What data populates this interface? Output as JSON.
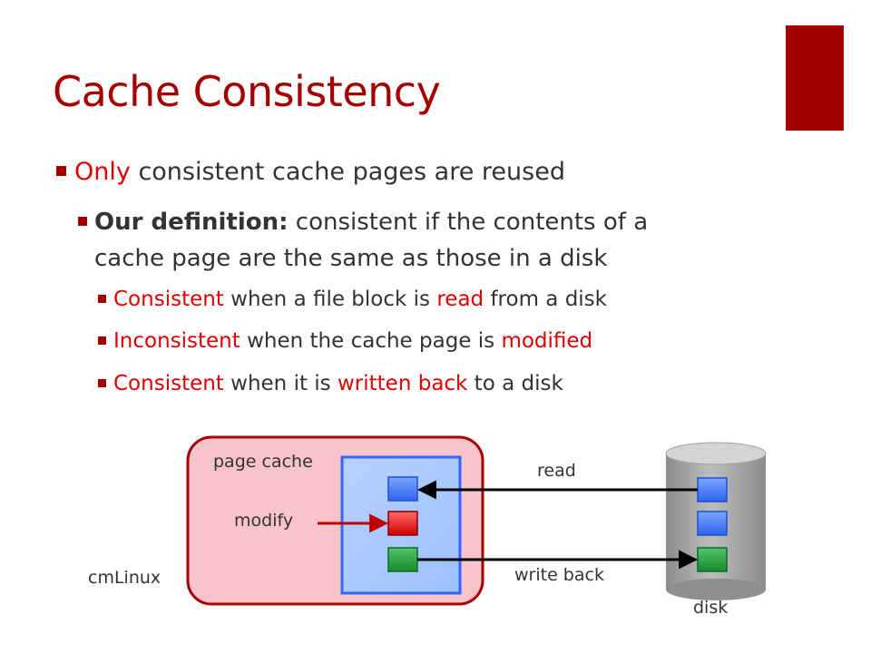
{
  "slide": {
    "title": "Cache Consistency",
    "accent_color": "#a50000",
    "highlight_color": "#e00000"
  },
  "bullets": {
    "level1": {
      "red": "Only",
      "text": " consistent cache pages are reused"
    },
    "level2": {
      "bold": "Our definition:",
      "text": " consistent if the contents of a",
      "continuation": "cache page are the same as those in a disk"
    },
    "level3": [
      {
        "red1": "Consistent",
        "text1": " when a file block is ",
        "red2": "read",
        "text2": " from a disk"
      },
      {
        "red1": "Inconsistent",
        "text1": " when the cache page is ",
        "red2": "modified",
        "text2": ""
      },
      {
        "red1": "Consistent",
        "text1": " when it is ",
        "red2": "written back",
        "text2": " to a disk"
      }
    ]
  },
  "diagram": {
    "page_cache_label": "page cache",
    "modify_label": "modify",
    "system_label": "cmLinux",
    "read_label": "read",
    "write_back_label": "write back",
    "disk_label": "disk",
    "colors": {
      "container_fill": "#f9c3cc",
      "container_stroke": "#a50000",
      "cache_fill": "#a8c8ff",
      "cache_stroke": "#3366ff",
      "clean_block": "#3b6ff5",
      "dirty_block": "#e00000",
      "written_block": "#1f9d3a",
      "disk_fill": "#a6a6a6"
    }
  }
}
